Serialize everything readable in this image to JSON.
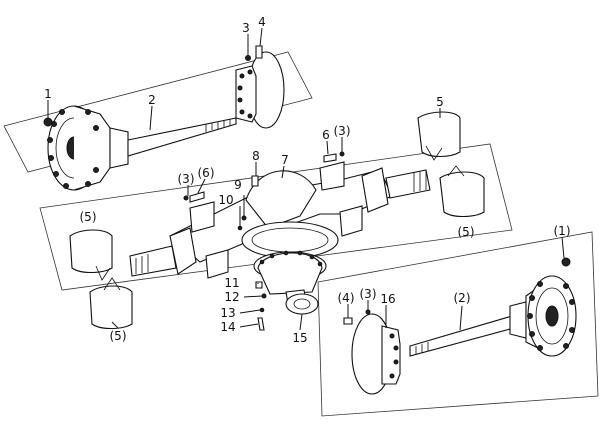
{
  "diagram": {
    "callouts": [
      {
        "id": "c1",
        "text": "1"
      },
      {
        "id": "c2",
        "text": "2"
      },
      {
        "id": "c3",
        "text": "3"
      },
      {
        "id": "c4",
        "text": "4"
      },
      {
        "id": "c5",
        "text": "5"
      },
      {
        "id": "c6",
        "text": "6"
      },
      {
        "id": "c3p",
        "text": "(3)"
      },
      {
        "id": "c8",
        "text": "8"
      },
      {
        "id": "c7",
        "text": "7"
      },
      {
        "id": "c3pl",
        "text": "(3)"
      },
      {
        "id": "c6p",
        "text": "(6)"
      },
      {
        "id": "c9",
        "text": "9"
      },
      {
        "id": "c10",
        "text": "10"
      },
      {
        "id": "c5pr",
        "text": "(5)"
      },
      {
        "id": "c5pl",
        "text": "(5)"
      },
      {
        "id": "c1p",
        "text": "(1)"
      },
      {
        "id": "c11",
        "text": "11"
      },
      {
        "id": "c12",
        "text": "12"
      },
      {
        "id": "c13",
        "text": "13"
      },
      {
        "id": "c14",
        "text": "14"
      },
      {
        "id": "c15",
        "text": "15"
      },
      {
        "id": "c4p",
        "text": "(4)"
      },
      {
        "id": "c3pb",
        "text": "(3)"
      },
      {
        "id": "c16",
        "text": "16"
      },
      {
        "id": "c2p",
        "text": "(2)"
      },
      {
        "id": "c5pb",
        "text": "(5)"
      }
    ]
  }
}
